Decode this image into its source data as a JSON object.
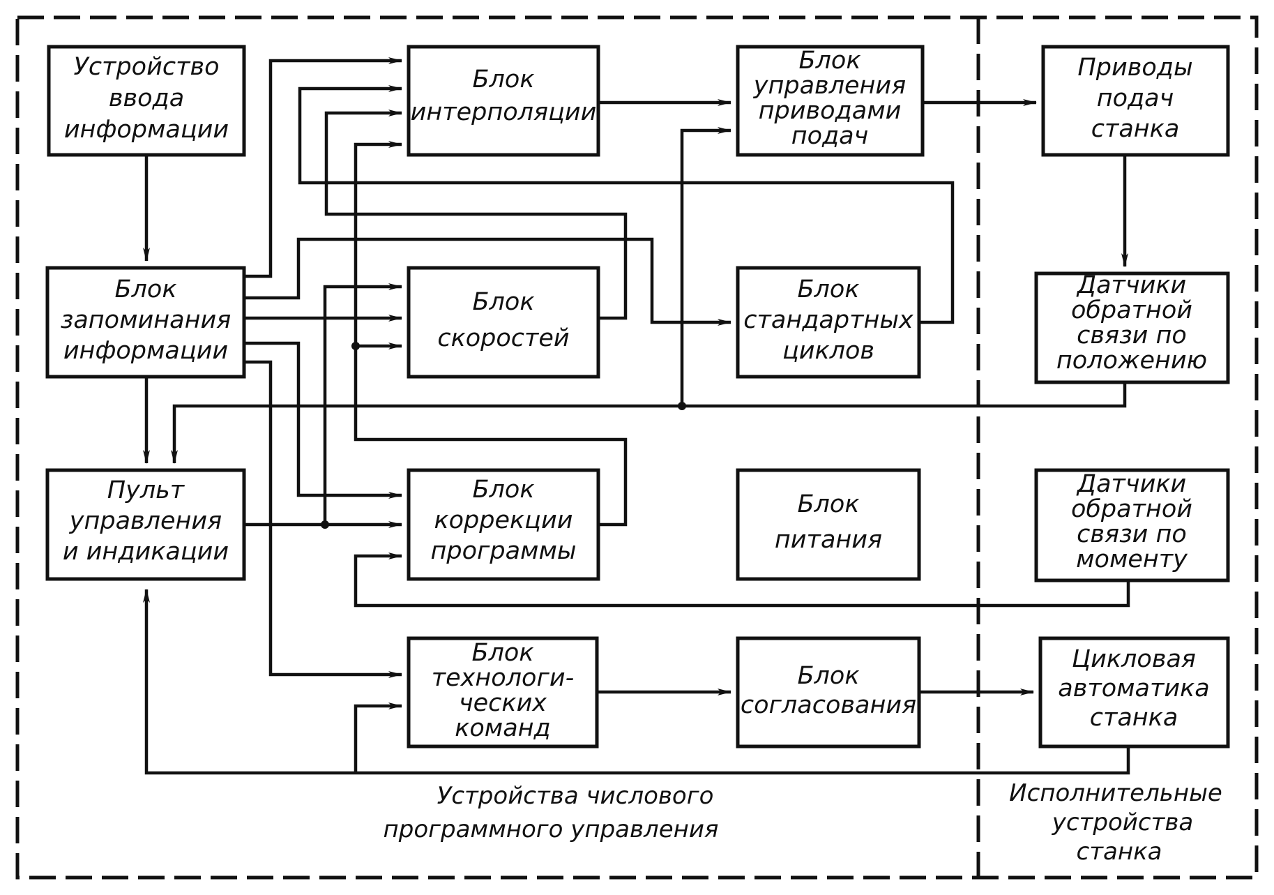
{
  "diagram": {
    "blocks": [
      {
        "id": "input",
        "lines": [
          "Устройство",
          "ввода",
          "информации"
        ]
      },
      {
        "id": "memory",
        "lines": [
          "Блок",
          "запоминания",
          "информации"
        ]
      },
      {
        "id": "console",
        "lines": [
          "Пульт",
          "управления",
          "и индикации"
        ]
      },
      {
        "id": "interp",
        "lines": [
          "Блок",
          "интерполяции"
        ]
      },
      {
        "id": "speeds",
        "lines": [
          "Блок",
          "скоростей"
        ]
      },
      {
        "id": "correction",
        "lines": [
          "Блок",
          "коррекции",
          "программы"
        ]
      },
      {
        "id": "techcmd",
        "lines": [
          "Блок",
          "технологи-",
          "ческих",
          "команд"
        ]
      },
      {
        "id": "drivectl",
        "lines": [
          "Блок",
          "управления",
          "приводами",
          "подач"
        ]
      },
      {
        "id": "stdcycles",
        "lines": [
          "Блок",
          "стандартных",
          "циклов"
        ]
      },
      {
        "id": "power",
        "lines": [
          "Блок",
          "питания"
        ]
      },
      {
        "id": "matching",
        "lines": [
          "Блок",
          "согласования"
        ]
      },
      {
        "id": "feeddrives",
        "lines": [
          "Приводы",
          "подач",
          "станка"
        ]
      },
      {
        "id": "possensors",
        "lines": [
          "Датчики",
          "обратной",
          "связи по",
          "положению"
        ]
      },
      {
        "id": "torquesensors",
        "lines": [
          "Датчики",
          "обратной",
          "связи по",
          "моменту"
        ]
      },
      {
        "id": "cycleauto",
        "lines": [
          "Цикловая",
          "автоматика",
          "станка"
        ]
      }
    ],
    "captions": {
      "cnc_lines": [
        "Устройства числового",
        "программного управления"
      ],
      "exec_lines": [
        "Исполнительные",
        "устройства",
        "станка"
      ]
    }
  }
}
